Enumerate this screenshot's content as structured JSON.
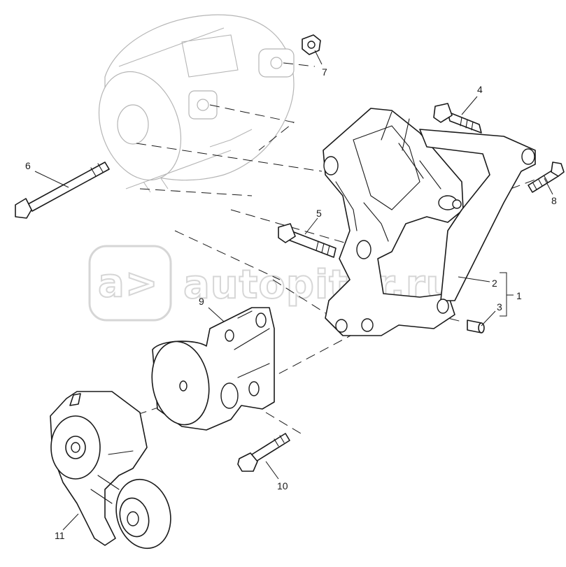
{
  "watermark": {
    "text": "autopiter.ru",
    "logo": "a>"
  },
  "callouts": {
    "c1": "1",
    "c2": "2",
    "c3": "3",
    "c4": "4",
    "c5": "5",
    "c6": "6",
    "c7": "7",
    "c8": "8",
    "c9": "9",
    "c10": "10",
    "c11": "11"
  },
  "colors": {
    "line": "#1a1a1a",
    "ghost": "#b5b5b5",
    "watermark": "#d6d6d6"
  }
}
